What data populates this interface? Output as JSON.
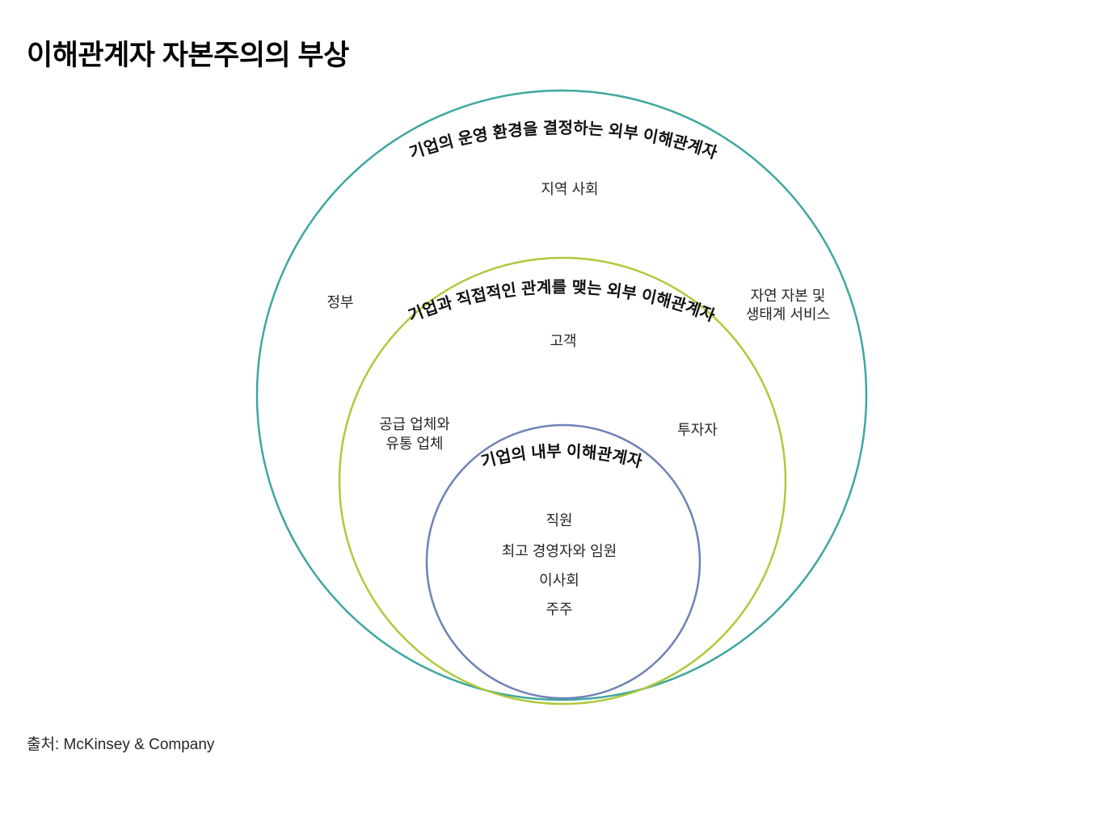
{
  "title": "이해관계자 자본주의의 부상",
  "source": "출처: McKinsey & Company",
  "rings": {
    "outer": {
      "color": "#3FA79F",
      "curved_label": "기업의 운영 환경을 결정하는 외부 이해관계자",
      "items": {
        "community": "지역 사회",
        "government": "정부",
        "natural_capital_line1": "자연 자본 및",
        "natural_capital_line2": "생태계 서비스"
      }
    },
    "middle": {
      "color": "#AFC93C",
      "curved_label": "기업과 직접적인 관계를 맺는 외부 이해관계자",
      "items": {
        "customers": "고객",
        "suppliers_line1": "공급 업체와",
        "suppliers_line2": "유통 업체",
        "investors": "투자자"
      }
    },
    "inner": {
      "color": "#6F82B6",
      "curved_label": "기업의 내부 이해관계자",
      "items": {
        "employees": "직원",
        "executives": "최고 경영자와 임원",
        "board": "이사회",
        "shareholders": "주주"
      }
    }
  }
}
